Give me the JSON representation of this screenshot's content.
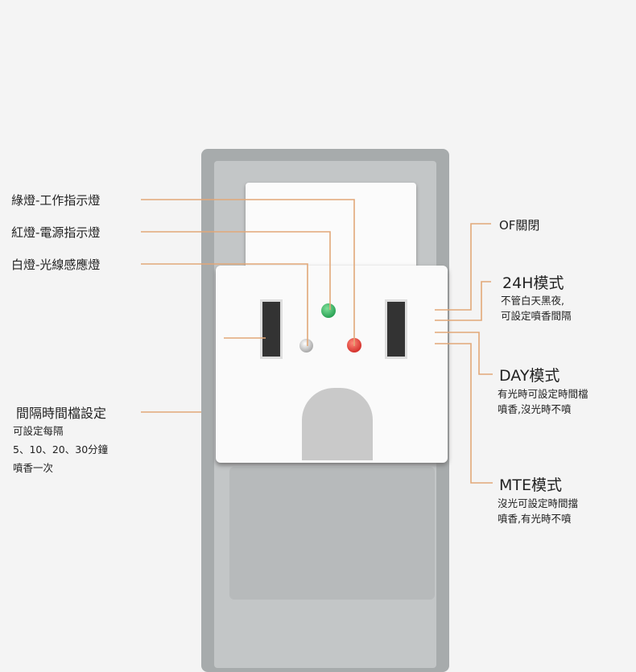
{
  "left_labels": {
    "green_light": "綠燈-工作指示燈",
    "red_light": "紅燈-電源指示燈",
    "white_light": "白燈-光線感應燈",
    "interval": {
      "title": "間隔時間檔設定",
      "lines": [
        "可設定每隔",
        "5、10、20、30分鐘",
        "噴香一次"
      ]
    }
  },
  "right_labels": {
    "off": "OF關閉",
    "mode_24h": {
      "title": "24H模式",
      "lines": [
        "不管白天黑夜,",
        "可設定噴香間隔"
      ]
    },
    "mode_day": {
      "title": "DAY模式",
      "lines": [
        "有光時可設定時間檔",
        "噴香,沒光時不噴"
      ]
    },
    "mode_mte": {
      "title": "MTE模式",
      "lines": [
        "沒光可設定時間擋",
        "噴香,有光時不噴"
      ]
    }
  },
  "colors": {
    "line": "#e2a878",
    "housing": "#a9adae",
    "module": "#fafafa"
  }
}
